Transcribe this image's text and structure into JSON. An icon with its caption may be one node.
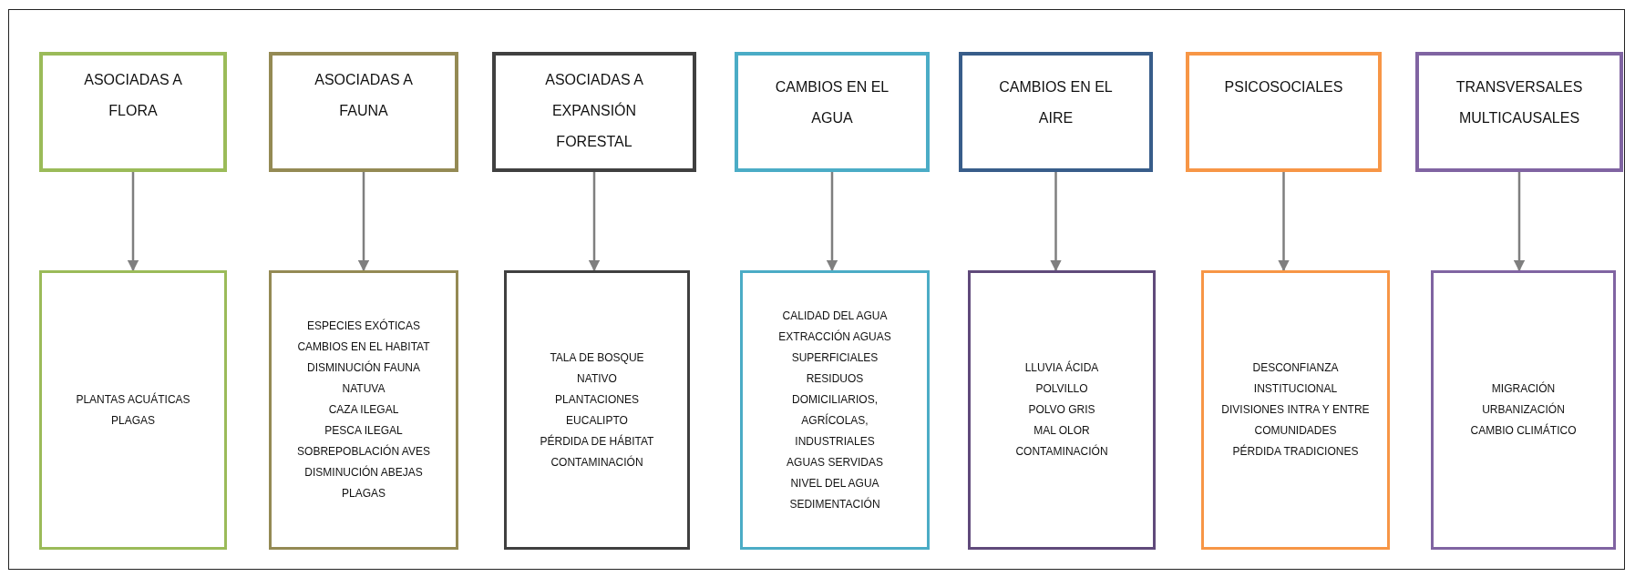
{
  "diagram": {
    "nodes": [
      {
        "text": [
          "ASOCIADAS A FLORA"
        ]
      },
      {
        "text": [
          "ASOCIADAS A FAUNA"
        ]
      },
      {
        "text": [
          "ASOCIADAS A EXPANSIÓN FORESTAL"
        ]
      },
      {
        "text": [
          "CAMBIOS EN EL AGUA"
        ]
      },
      {
        "text": [
          "CAMBIOS EN EL AIRE"
        ]
      },
      {
        "text": [
          "PSICOSOCIALES"
        ]
      },
      {
        "text": [
          "TRANSVERSALES MULTICAUSALES"
        ]
      },
      {
        "text": [
          "PLANTAS ACUÁTICAS",
          "PLAGAS"
        ]
      },
      {
        "text": [
          "ESPECIES EXÓTICAS",
          "CAMBIOS EN EL HABITAT",
          "DISMINUCIÓN FAUNA NATUVA",
          "CAZA ILEGAL",
          "PESCA ILEGAL",
          "SOBREPOBLACIÓN AVES",
          "DISMINUCIÓN ABEJAS",
          "PLAGAS"
        ]
      },
      {
        "text": [
          "TALA DE BOSQUE NATIVO",
          "PLANTACIONES EUCALIPTO",
          "PÉRDIDA DE HÁBITAT",
          "CONTAMINACIÓN"
        ]
      },
      {
        "text": [
          "CALIDAD DEL AGUA",
          "EXTRACCIÓN AGUAS SUPERFICIALES",
          "RESIDUOS DOMICILIARIOS, AGRÍCOLAS, INDUSTRIALES",
          "AGUAS SERVIDAS",
          "NIVEL DEL AGUA",
          "SEDIMENTACIÓN"
        ]
      },
      {
        "text": [
          "LLUVIA ÁCIDA",
          "POLVILLO",
          "POLVO GRIS",
          "MAL OLOR",
          "CONTAMINACIÓN"
        ]
      },
      {
        "text": [
          "DESCONFIANZA INSTITUCIONAL",
          "DIVISIONES INTRA Y ENTRE COMUNIDADES",
          "PÉRDIDA TRADICIONES"
        ]
      },
      {
        "text": [
          "MIGRACIÓN",
          "URBANIZACIÓN",
          "CAMBIO CLIMÁTICO"
        ]
      }
    ],
    "edges": [
      {
        "from": 0,
        "to": 7,
        "arrow": "to"
      },
      {
        "from": 1,
        "to": 8,
        "arrow": "to"
      },
      {
        "from": 2,
        "to": 9,
        "arrow": "to"
      },
      {
        "from": 3,
        "to": 10,
        "arrow": "to"
      },
      {
        "from": 4,
        "to": 11,
        "arrow": "to"
      },
      {
        "from": 5,
        "to": 12,
        "arrow": "to"
      },
      {
        "from": 6,
        "to": 13,
        "arrow": "to"
      }
    ]
  }
}
